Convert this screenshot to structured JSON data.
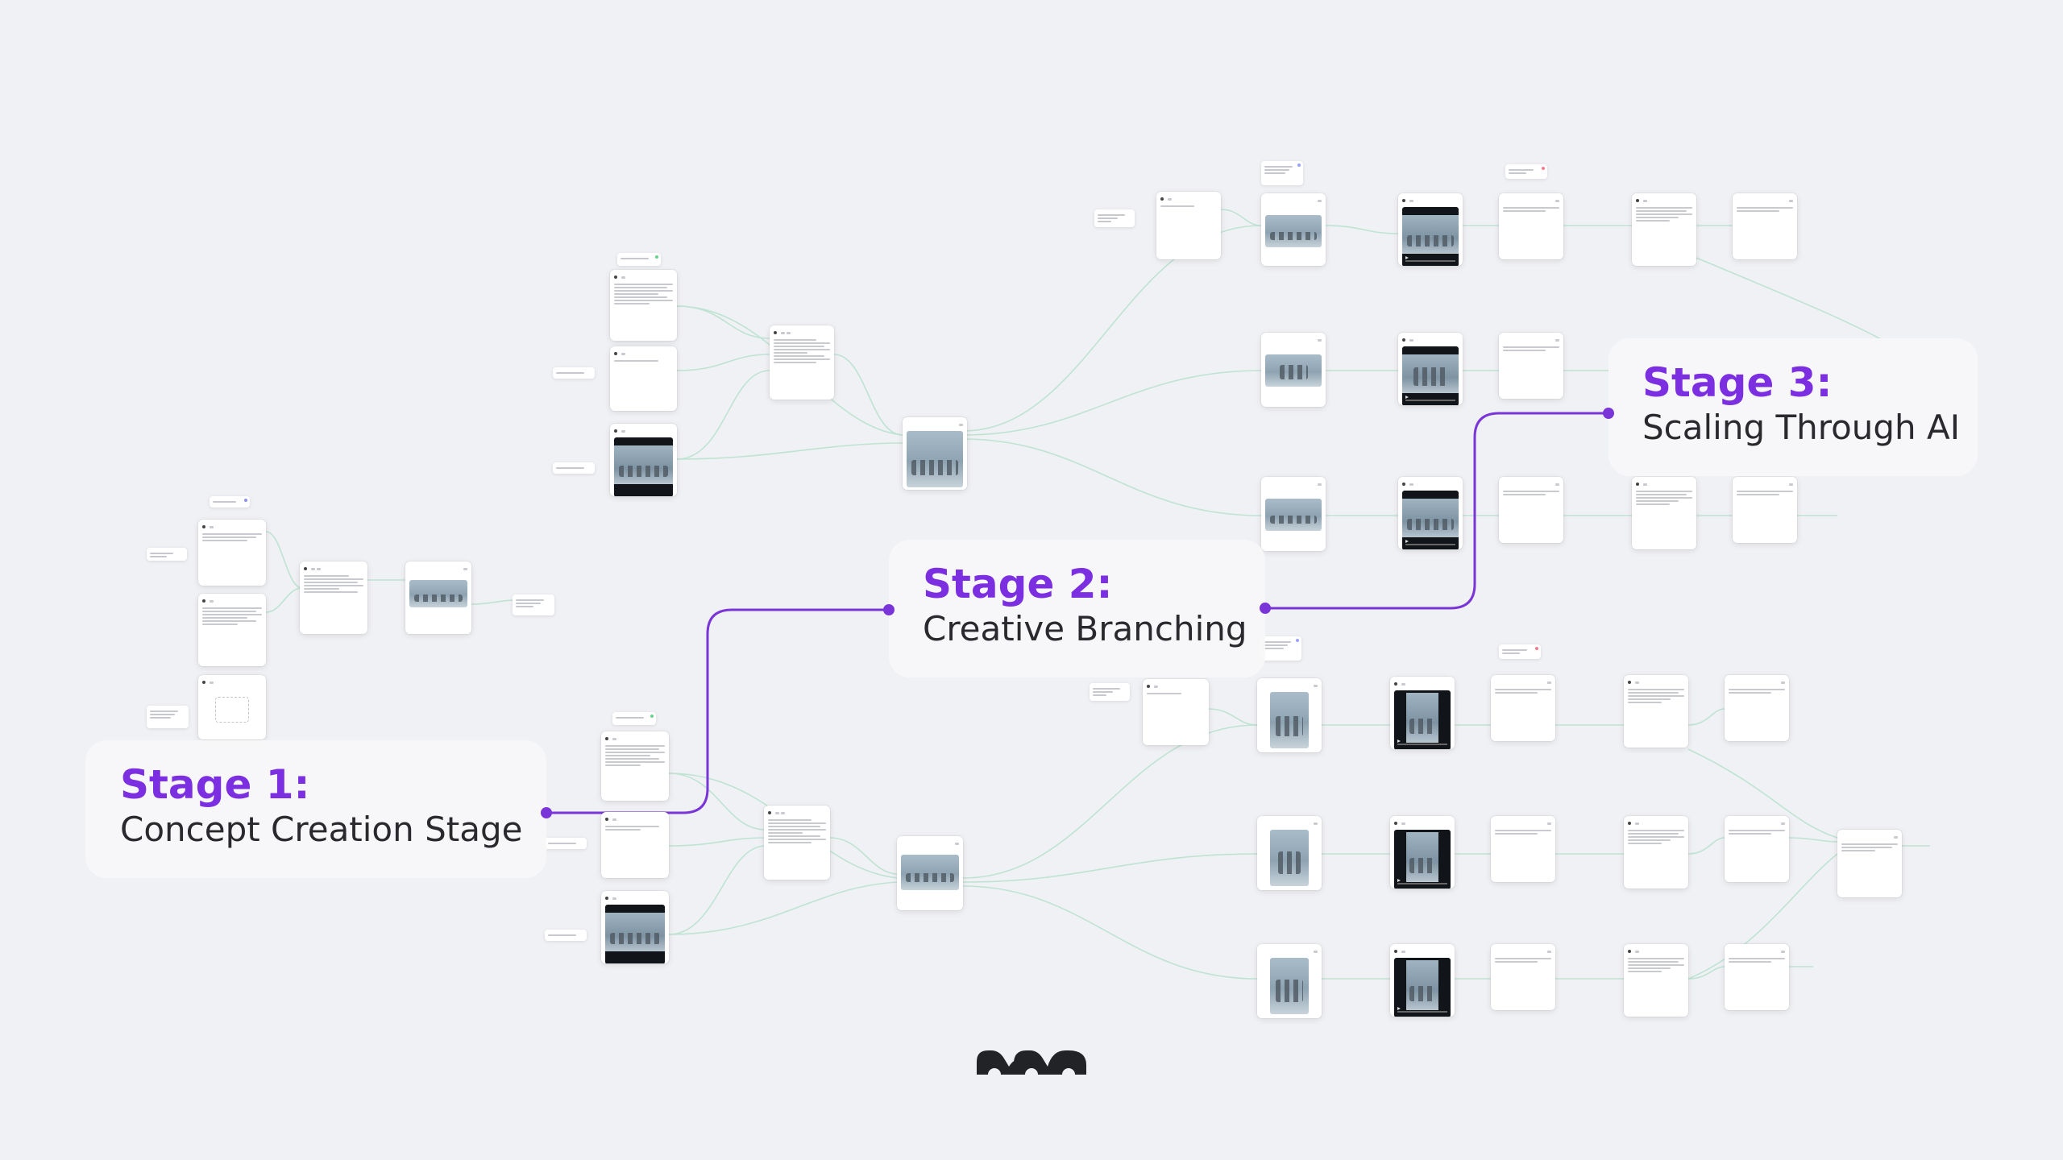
{
  "stages": [
    {
      "number": "Stage 1:",
      "description": "Concept Creation Stage"
    },
    {
      "number": "Stage 2:",
      "description": "Creative Branching"
    },
    {
      "number": "Stage 3:",
      "description": "Scaling Through AI"
    }
  ],
  "brand": {
    "logo_icon": "wave-logo-icon"
  },
  "colors": {
    "background": "#f0f1f4",
    "accent": "#7b2fe0",
    "connector_purple": "#7a35d8",
    "edge_green": "#bfe3d3",
    "node_white": "#ffffff"
  }
}
